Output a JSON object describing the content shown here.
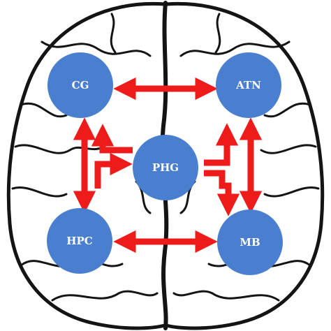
{
  "nodes": [
    {
      "id": "CG",
      "label": "CG"
    },
    {
      "id": "ATN",
      "label": "ATN"
    },
    {
      "id": "PHG",
      "label": "PHG"
    },
    {
      "id": "HPC",
      "label": "HPC"
    },
    {
      "id": "MB",
      "label": "MB"
    }
  ],
  "edges": [
    {
      "from": "CG",
      "to": "ATN",
      "bidirectional": true
    },
    {
      "from": "CG",
      "to": "HPC",
      "bidirectional": true
    },
    {
      "from": "ATN",
      "to": "MB",
      "bidirectional": true
    },
    {
      "from": "HPC",
      "to": "MB",
      "bidirectional": true
    },
    {
      "from": "PHG",
      "to": "CG",
      "bidirectional": false
    },
    {
      "from": "HPC",
      "to": "PHG",
      "bidirectional": false
    },
    {
      "from": "PHG",
      "to": "ATN",
      "bidirectional": false
    },
    {
      "from": "PHG",
      "to": "MB",
      "bidirectional": false
    }
  ],
  "colors": {
    "node_fill": "#4a7fd0",
    "arrow": "#ee1b1b",
    "sketch": "#141414",
    "background": "#ffffff"
  }
}
